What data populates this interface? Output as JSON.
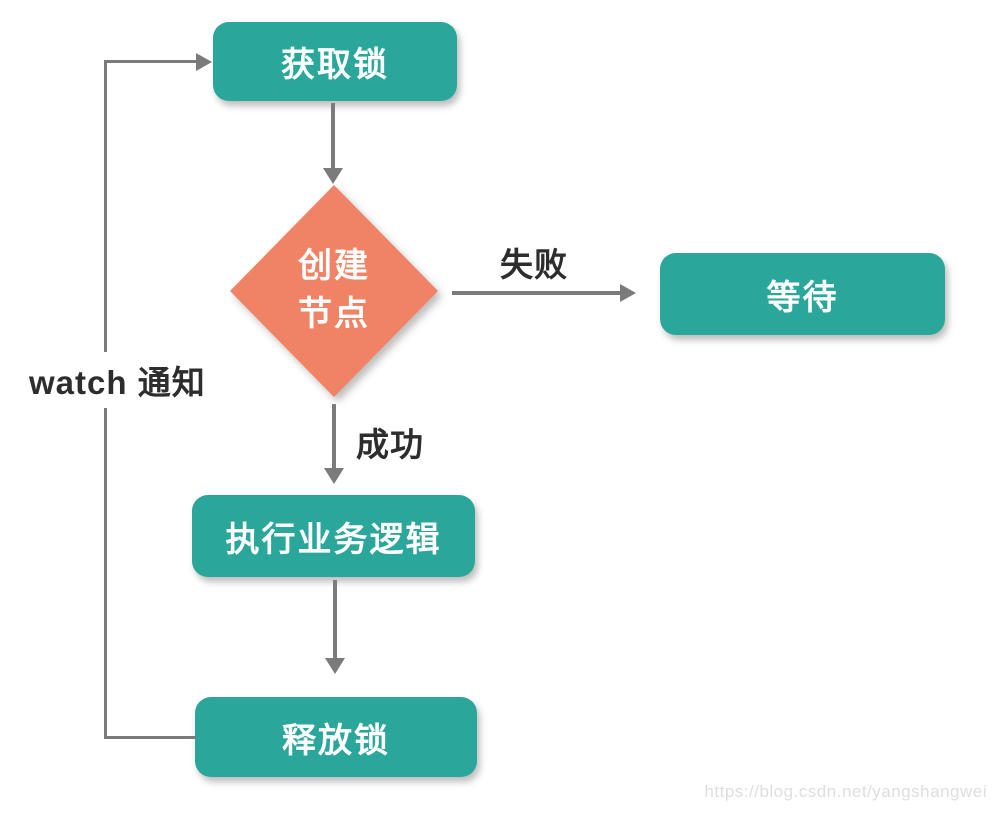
{
  "diagram": {
    "type": "flowchart",
    "nodes": {
      "acquire_lock": {
        "label": "获取锁",
        "shape": "rounded-rect"
      },
      "create_node": {
        "label_line1": "创建",
        "label_line2": "节点",
        "shape": "diamond"
      },
      "wait": {
        "label": "等待",
        "shape": "rounded-rect"
      },
      "execute_logic": {
        "label": "执行业务逻辑",
        "shape": "rounded-rect"
      },
      "release_lock": {
        "label": "释放锁",
        "shape": "rounded-rect"
      }
    },
    "edges": {
      "acquire_to_create": {
        "from": "acquire_lock",
        "to": "create_node",
        "label": ""
      },
      "create_fail": {
        "from": "create_node",
        "to": "wait",
        "label": "失败"
      },
      "create_success": {
        "from": "create_node",
        "to": "execute_logic",
        "label": "成功"
      },
      "execute_to_release": {
        "from": "execute_logic",
        "to": "release_lock",
        "label": ""
      },
      "watch_notify": {
        "from": "release_lock",
        "to": "acquire_lock",
        "label": "watch 通知"
      }
    },
    "colors": {
      "process_fill": "#2aa79a",
      "decision_fill": "#f08365",
      "connector": "#7b7b7b",
      "label_text": "#2d2d2d",
      "node_text": "#ffffff",
      "watermark": "#dedede"
    }
  },
  "watermark": {
    "url_text": "https://blog.csdn.net/yangshangwei"
  }
}
